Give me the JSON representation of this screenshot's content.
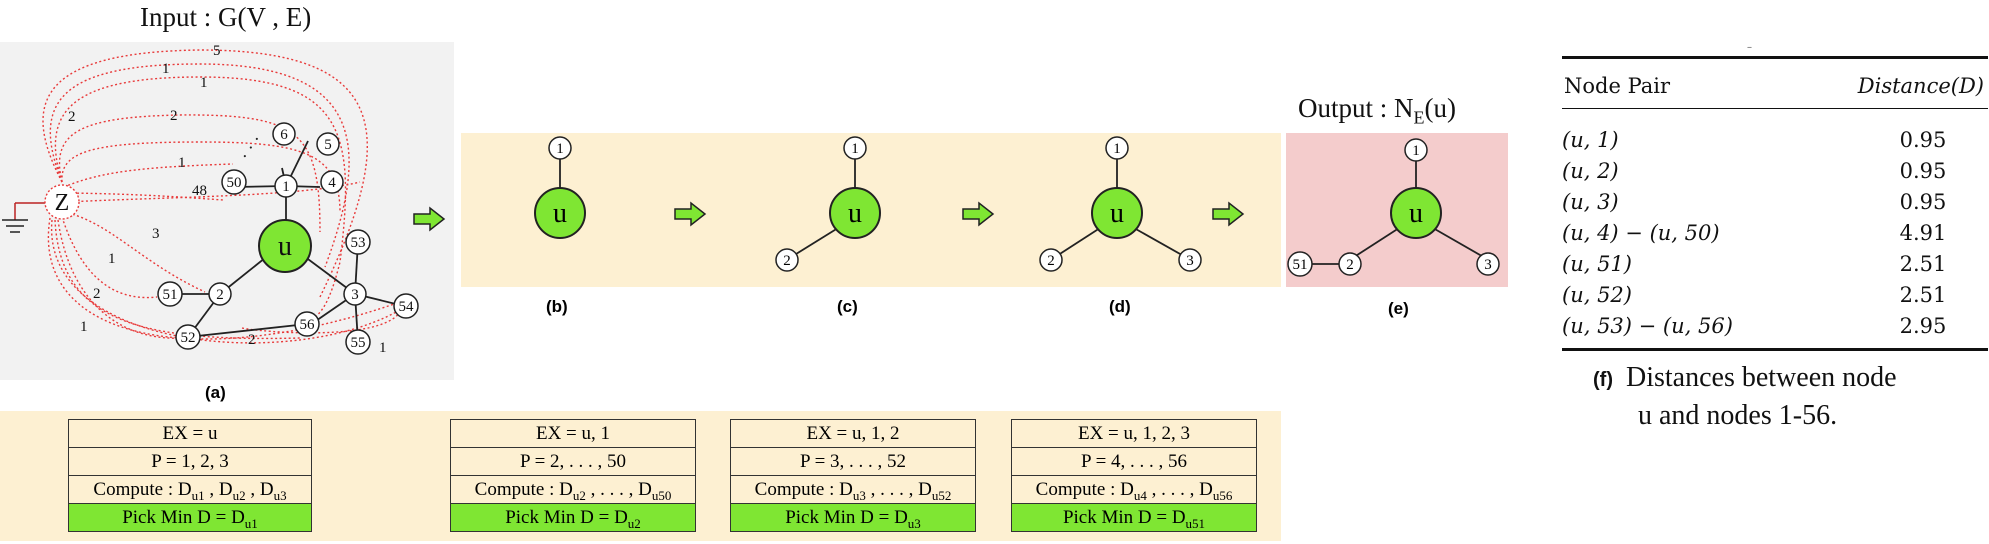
{
  "input_title": "Input :  G(V , E)",
  "output_title": "Output :  N",
  "output_sub": "E",
  "output_tail": "(u)",
  "panel_labels": {
    "a": "(a)",
    "b": "(b)",
    "c": "(c)",
    "d": "(d)",
    "e": "(e)"
  },
  "graph": {
    "z_label": "Z",
    "u_label": "u",
    "nodes": {
      "n1": "1",
      "n2": "2",
      "n3": "3",
      "n4": "4",
      "n5": "5",
      "n6": "6",
      "n50": "50",
      "n51": "51",
      "n52": "52",
      "n53": "53",
      "n54": "54",
      "n55": "55",
      "n56": "56"
    },
    "edge_labels": {
      "w5": "5",
      "w1a": "1",
      "w1b": "1",
      "w2a": "2",
      "w2b": "2",
      "w1c": "1",
      "w48": "48",
      "w3": "3",
      "w1d": "1",
      "w2c": "2",
      "w1e": "1",
      "w2d": "2",
      "w1f": "1"
    },
    "ellipsis": "· · ·"
  },
  "steps": [
    {
      "ex": "EX = u",
      "p": "P = 1, 2, 3",
      "compute": "Compute : D",
      "c1": "u1",
      "c2": "u2",
      "c3": "u3",
      "sep1": " , D",
      "sep2": " , D",
      "pick": "Pick Min D = D",
      "pick_sub": "u1"
    },
    {
      "ex": "EX = u, 1",
      "p": "P = 2, . . . , 50",
      "compute": "Compute : D",
      "c1": "u2",
      "c3": "u50",
      "sep": " , . . . , D",
      "pick": "Pick Min D = D",
      "pick_sub": "u2"
    },
    {
      "ex": "EX = u, 1, 2",
      "p": "P = 3, . . . , 52",
      "compute": "Compute : D",
      "c1": "u3",
      "c3": "u52",
      "sep": " , . . . , D",
      "pick": "Pick Min D = D",
      "pick_sub": "u3"
    },
    {
      "ex": "EX = u, 1, 2, 3",
      "p": "P = 4, . . . , 56",
      "compute": "Compute : D",
      "c1": "u4",
      "c3": "u56",
      "sep": " , . . . , D",
      "pick": "Pick Min D = D",
      "pick_sub": "u51"
    }
  ],
  "table": {
    "dash": "–",
    "header_pair": "Node Pair",
    "header_dist": "Distance(D)",
    "rows": [
      {
        "pair": "(u, 1)",
        "d": "0.95"
      },
      {
        "pair": "(u, 2)",
        "d": "0.95"
      },
      {
        "pair": "(u, 3)",
        "d": "0.95"
      },
      {
        "pair": "(u, 4) − (u, 50)",
        "d": "4.91"
      },
      {
        "pair": "(u, 51)",
        "d": "2.51"
      },
      {
        "pair": "(u, 52)",
        "d": "2.51"
      },
      {
        "pair": "(u, 53) − (u, 56)",
        "d": "2.95"
      }
    ]
  },
  "caption": {
    "label": "(f)",
    "line1": "Distances between node",
    "line2": "u and nodes 1-56."
  },
  "colors": {
    "node_fill": "#7fe633",
    "band": "#fdf0d2",
    "output_bg": "#f4cccc",
    "graph_bg": "#f2f2f2",
    "red_dotted": "#e83a3a"
  }
}
